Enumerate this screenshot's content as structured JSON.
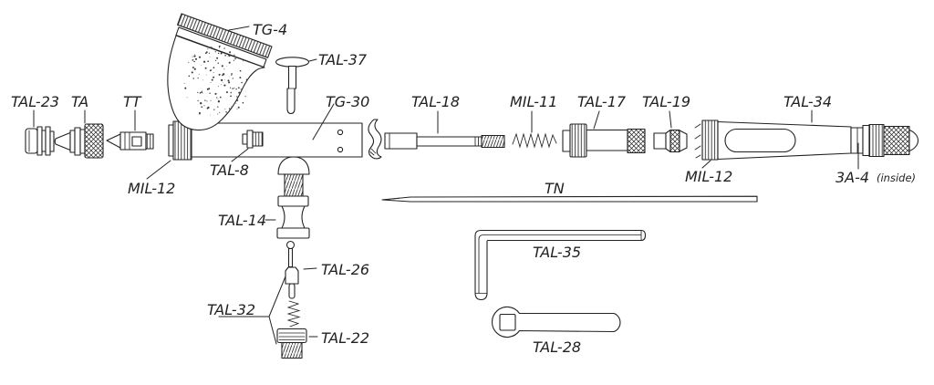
{
  "colors": {
    "ink": "#222222",
    "paper": "#ffffff"
  },
  "labels": {
    "tal23": "TAL-23",
    "ta": "TA",
    "tt": "TT",
    "mil12_front": "MIL-12",
    "tal8": "TAL-8",
    "tg4": "TG-4",
    "tal37": "TAL-37",
    "tg30": "TG-30",
    "tal18": "TAL-18",
    "mil11": "MIL-11",
    "tal17": "TAL-17",
    "tal19": "TAL-19",
    "tal34": "TAL-34",
    "mil12_handle": "MIL-12",
    "a3a4": "3A-4",
    "a3a4_note": "(inside)",
    "tn": "TN",
    "tal14": "TAL-14",
    "tal26": "TAL-26",
    "tal32": "TAL-32",
    "tal22": "TAL-22",
    "tal35": "TAL-35",
    "tal28": "TAL-28"
  }
}
